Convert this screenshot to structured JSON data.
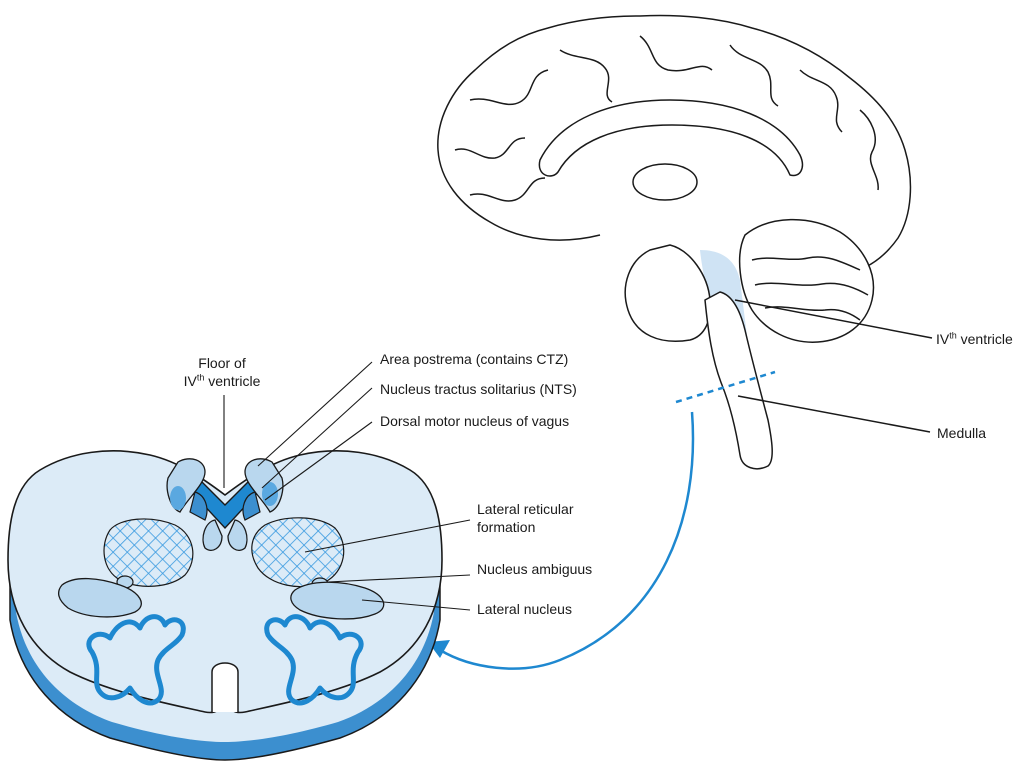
{
  "labels": {
    "floor_of": "Floor of",
    "floor_iv": "IV",
    "floor_th": "th",
    "floor_ventricle": " ventricle",
    "area_postrema": "Area postrema (contains CTZ)",
    "nts": "Nucleus tractus solitarius (NTS)",
    "dorsal_motor": "Dorsal motor nucleus of vagus",
    "lateral_reticular_1": "Lateral reticular",
    "lateral_reticular_2": "formation",
    "nucleus_ambiguus": "Nucleus ambiguus",
    "lateral_nucleus": "Lateral nucleus",
    "iv_ventricle_iv": "IV",
    "iv_ventricle_th": "th",
    "iv_ventricle_rest": " ventricle",
    "medulla": "Medulla"
  },
  "colors": {
    "outline": "#1a1a1a",
    "section_fill": "#dcebf7",
    "section_rim": "#3c8fcf",
    "nucleus_fill": "#b9d7ee",
    "accent_blue": "#1e88d0",
    "medulla_highlight": "#cfe3f4",
    "hatch": "#3a9ae0"
  }
}
